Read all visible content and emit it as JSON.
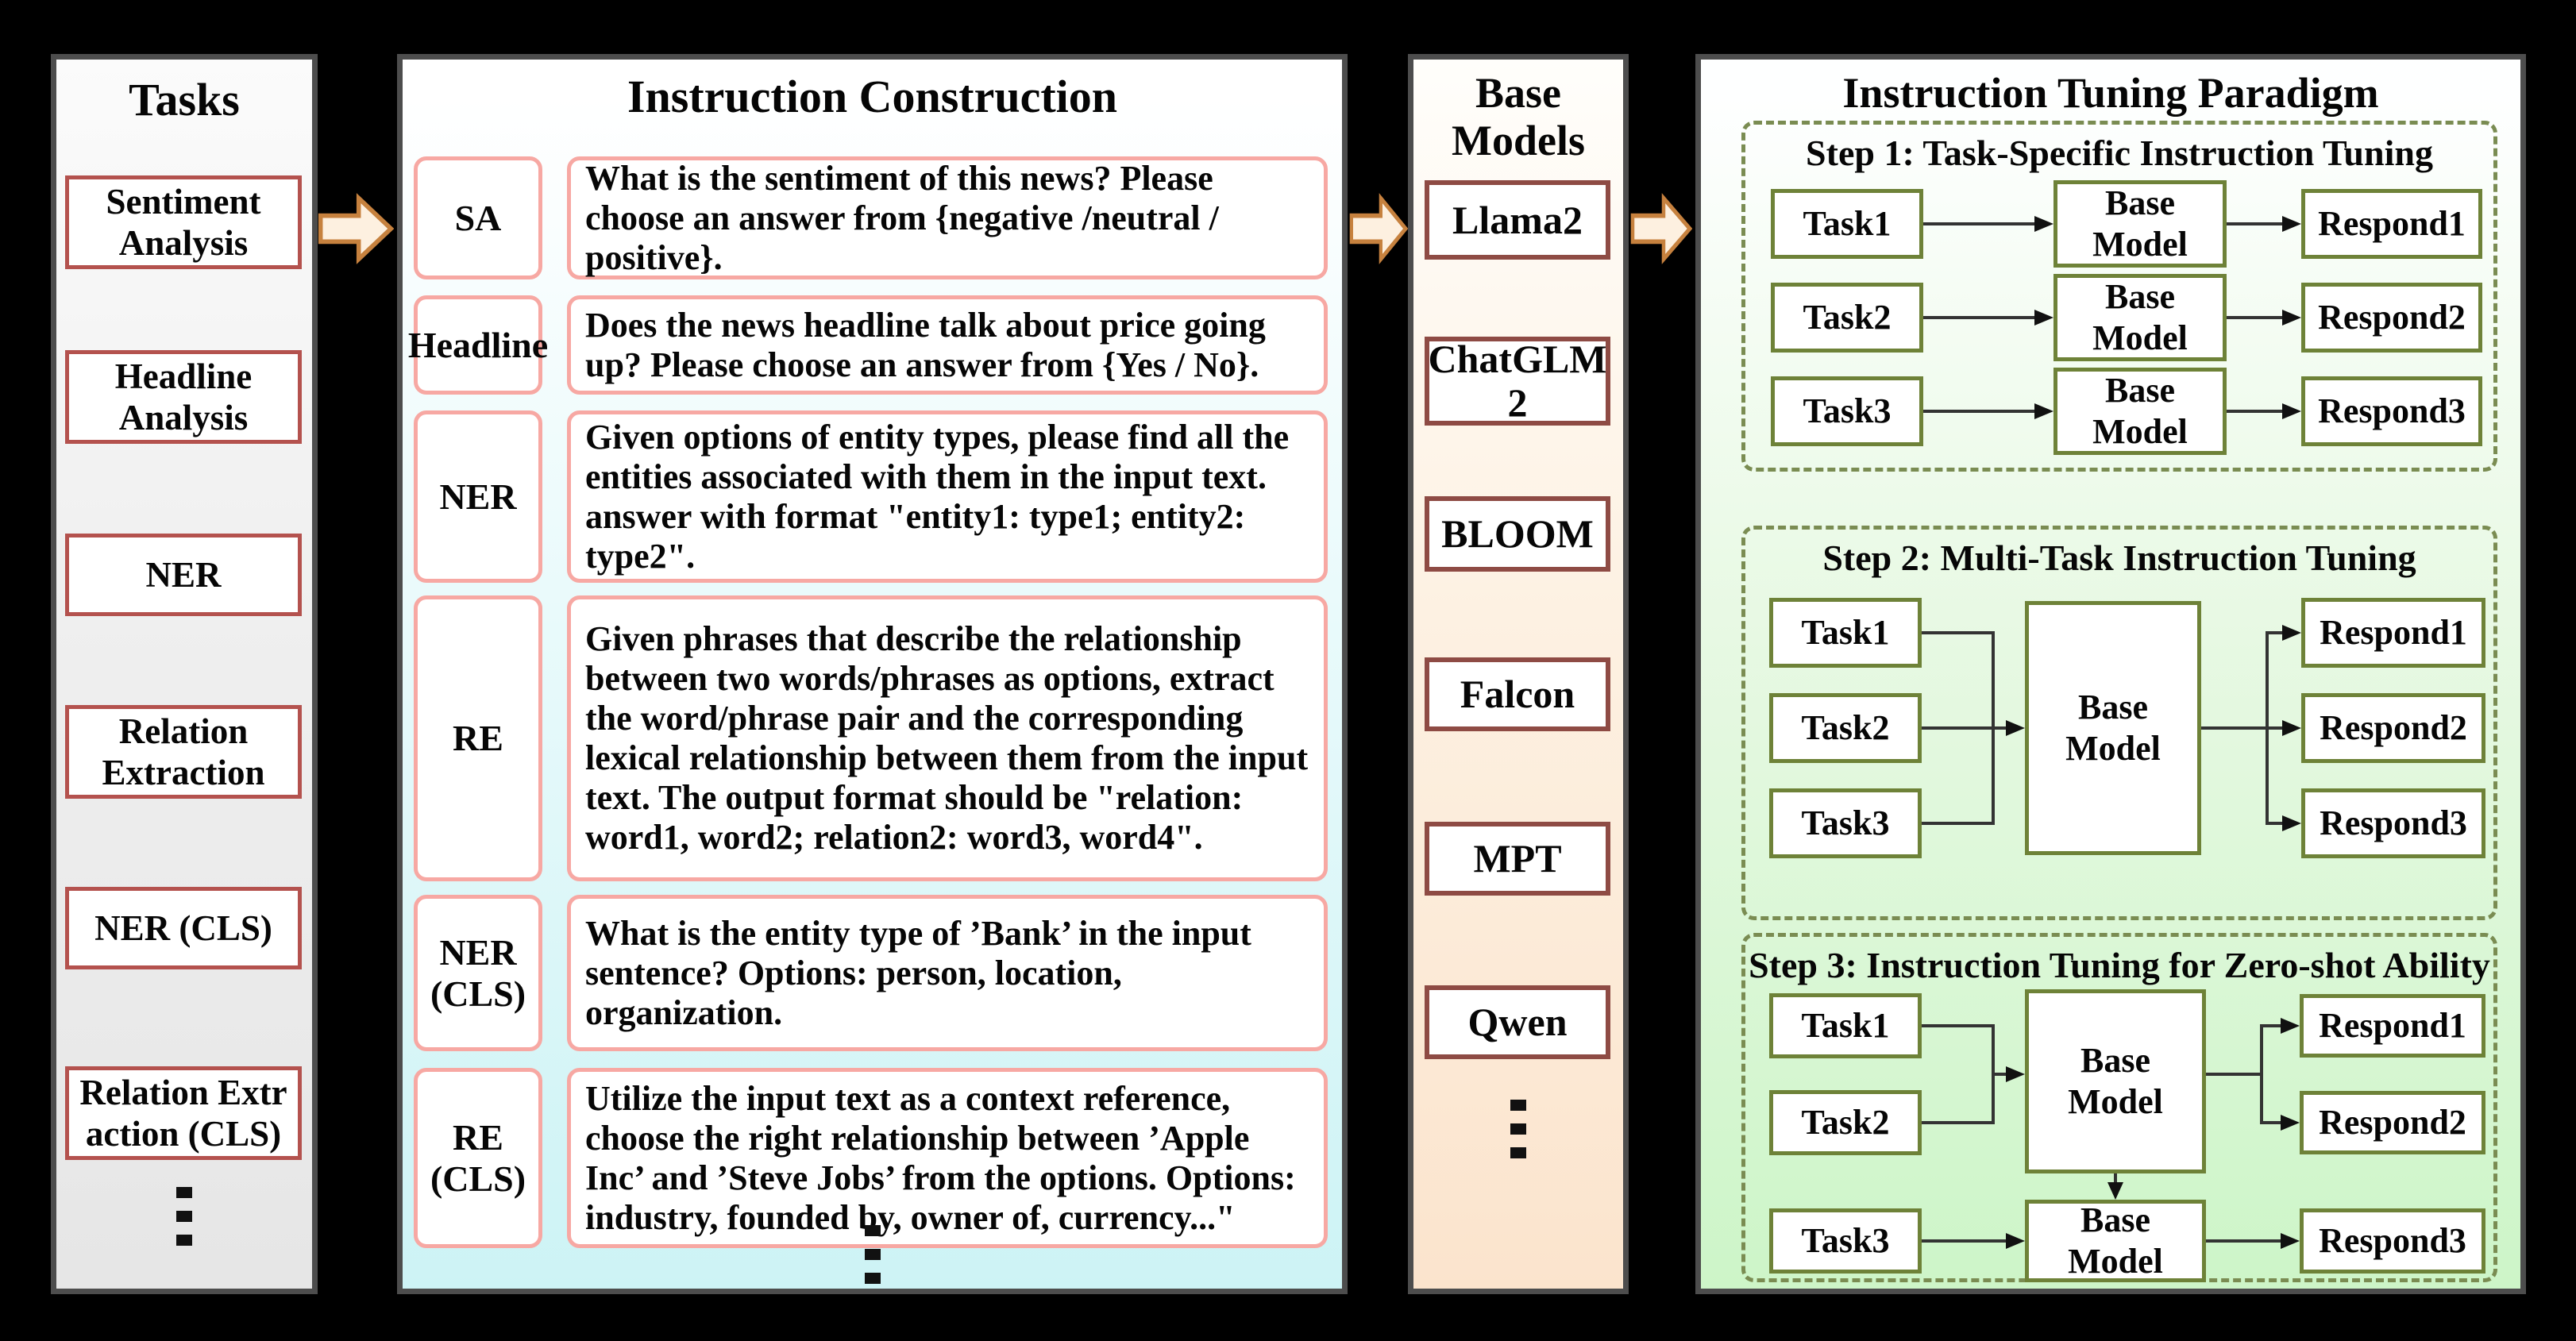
{
  "figure": {
    "tasks_panel": {
      "title": "Tasks",
      "items": [
        "Sentiment\nAnalysis",
        "Headline\nAnalysis",
        "NER",
        "Relation\nExtraction",
        "NER (CLS)",
        "Relation Extr\naction (CLS)"
      ],
      "ellipsis": "⋮"
    },
    "instruction_panel": {
      "title": "Instruction Construction",
      "rows": [
        {
          "label": "SA",
          "text": "What is the sentiment of this news? Please choose an answer from {negative /neutral / positive}."
        },
        {
          "label": "Headline",
          "text": "Does the news headline talk about price going up? Please choose an answer from {Yes / No}."
        },
        {
          "label": "NER",
          "text": "Given options of entity types, please find all the entities associated with them in the input text. answer with format \"entity1: type1; entity2: type2\"."
        },
        {
          "label": "RE",
          "text": "Given phrases that describe the relationship between two words/phrases as options, extract the word/phrase pair and the corresponding lexical relationship between them from the input text. The output format should be \"relation: word1, word2; relation2: word3, word4\"."
        },
        {
          "label": "NER\n(CLS)",
          "text": "What is the entity type of ’Bank’ in the input sentence? Options: person, location, organization."
        },
        {
          "label": "RE\n(CLS)",
          "text": "Utilize the input text as a context reference, choose the right relationship between ’Apple Inc’ and ’Steve Jobs’ from the options. Options: industry, founded by, owner of, currency...\""
        }
      ],
      "ellipsis": "⋮"
    },
    "base_models_panel": {
      "title": "Base\nModels",
      "models": [
        "Llama2",
        "ChatGLM\n2",
        "BLOOM",
        "Falcon",
        "MPT",
        "Qwen"
      ],
      "ellipsis": "⋮"
    },
    "paradigm_panel": {
      "title": "Instruction Tuning Paradigm",
      "steps": [
        {
          "title": "Step 1: Task-Specific Instruction Tuning",
          "tasks": [
            "Task1",
            "Task2",
            "Task3"
          ],
          "model": "Base\nModel",
          "responds": [
            "Respond1",
            "Respond2",
            "Respond3"
          ]
        },
        {
          "title": "Step 2: Multi-Task Instruction Tuning",
          "tasks": [
            "Task1",
            "Task2",
            "Task3"
          ],
          "model": "Base\nModel",
          "responds": [
            "Respond1",
            "Respond2",
            "Respond3"
          ]
        },
        {
          "title": "Step 3: Instruction Tuning for Zero-shot Ability",
          "tasks": [
            "Task1",
            "Task2",
            "Task3"
          ],
          "models": [
            "Base\nModel",
            "Base\nModel"
          ],
          "responds": [
            "Respond1",
            "Respond2",
            "Respond3"
          ]
        }
      ]
    },
    "colors": {
      "tasks_box_border": "#b4524e",
      "instruction_box_border": "#f7a8a3",
      "base_model_box_border": "#8e4b44",
      "paradigm_box_border": "#6e8238",
      "step_dash_border": "#7a8c52",
      "panel_border": "#4d4d4d",
      "flow_arrow_fill": "#fdf0e0",
      "flow_arrow_stroke": "#c6813e",
      "tasks_bg_bottom": "#e6e6e6",
      "instruction_bg_bottom": "#cdf3f5",
      "base_models_bg_bottom": "#fbe4cd",
      "paradigm_bg_bottom": "#cdf5c8"
    }
  }
}
